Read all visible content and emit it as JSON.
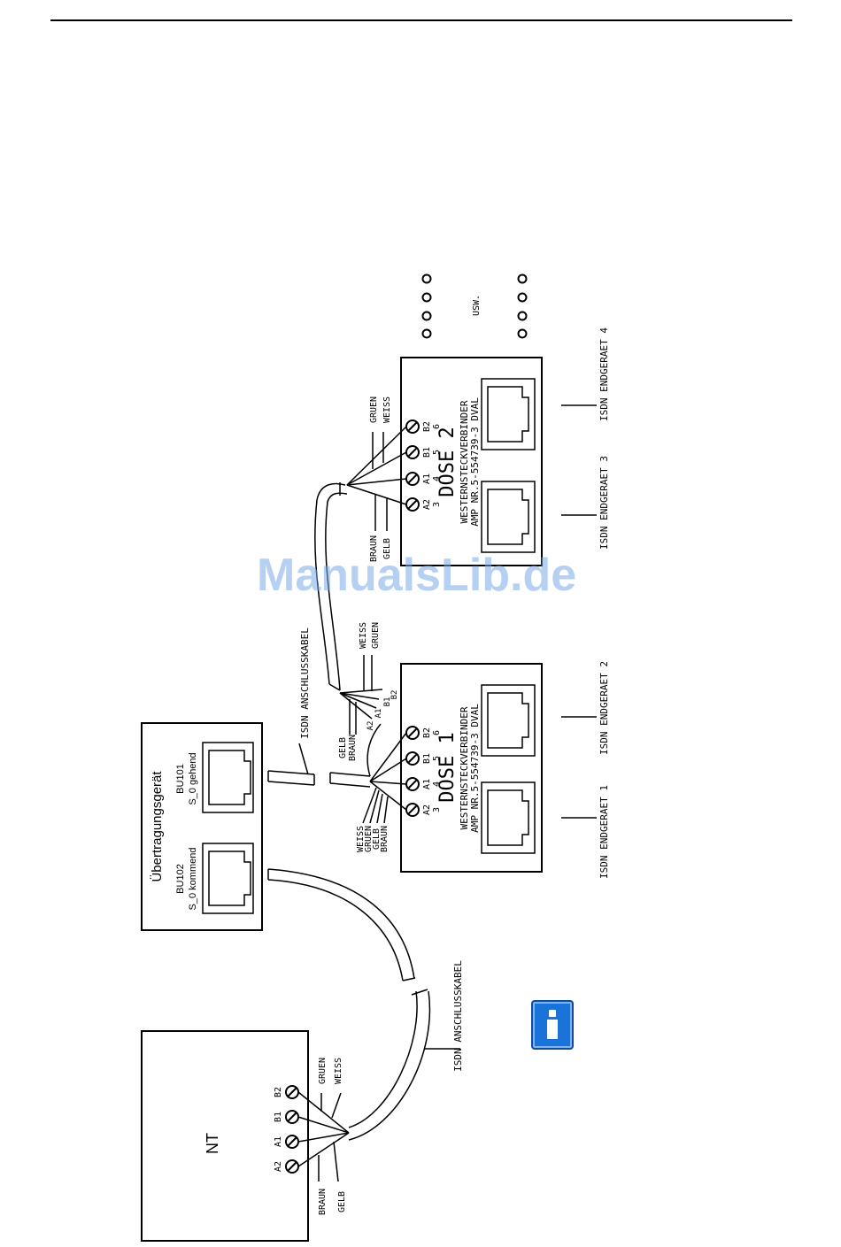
{
  "devices": {
    "nt": {
      "label": "NT"
    },
    "transfer_unit": {
      "title": "Übertragungsgerät",
      "port_in_name": "BU102",
      "port_in_sub": "S_0 kommend",
      "port_out_name": "BU101",
      "port_out_sub": "S_0 gehend"
    }
  },
  "cable_label": "ISDN ANSCHLUSSKABEL",
  "nt_terminals": [
    "A2",
    "A1",
    "B1",
    "B2"
  ],
  "nt_wires": {
    "braun": "BRAUN",
    "gelb": "GELB",
    "gruen": "GRUEN",
    "weiss": "WEISS"
  },
  "dose1": {
    "title": "DOSE 1",
    "subtitle1": "WESTERNSTECKVERBINDER",
    "subtitle2": "AMP NR.5-554739-3 DVAL",
    "terminals": [
      {
        "label": "A2",
        "num": "3"
      },
      {
        "label": "A1",
        "num": "4"
      },
      {
        "label": "B1",
        "num": "5"
      },
      {
        "label": "B2",
        "num": "6"
      }
    ],
    "wires_in": [
      "WEISS",
      "GRUEN",
      "GELB",
      "BRAUN"
    ],
    "wires_out_left": [
      "GELB",
      "BRAUN"
    ],
    "wires_out_right": [
      "WEISS",
      "GRUEN"
    ],
    "out_ends": [
      "A2",
      "A1",
      "B1",
      "B2"
    ],
    "device_left": "ISDN ENDGERAET 1",
    "device_right": "ISDN ENDGERAET 2"
  },
  "dose2": {
    "title": "DOSE 2",
    "subtitle1": "WESTERNSTECKVERBINDER",
    "subtitle2": "AMP NR.5-554739-3 DVAL",
    "terminals": [
      {
        "label": "A2",
        "num": "3"
      },
      {
        "label": "A1",
        "num": "4"
      },
      {
        "label": "B1",
        "num": "5"
      },
      {
        "label": "B2",
        "num": "6"
      }
    ],
    "wires_left": [
      "BRAUN",
      "GELB"
    ],
    "wires_right": [
      "GRUEN",
      "WEISS"
    ],
    "device_left": "ISDN ENDGERAET 3",
    "device_right": "ISDN ENDGERAET 4"
  },
  "continuation": "USW.",
  "watermark": "ManualsLib.de",
  "icons": {
    "info": "info-icon"
  }
}
